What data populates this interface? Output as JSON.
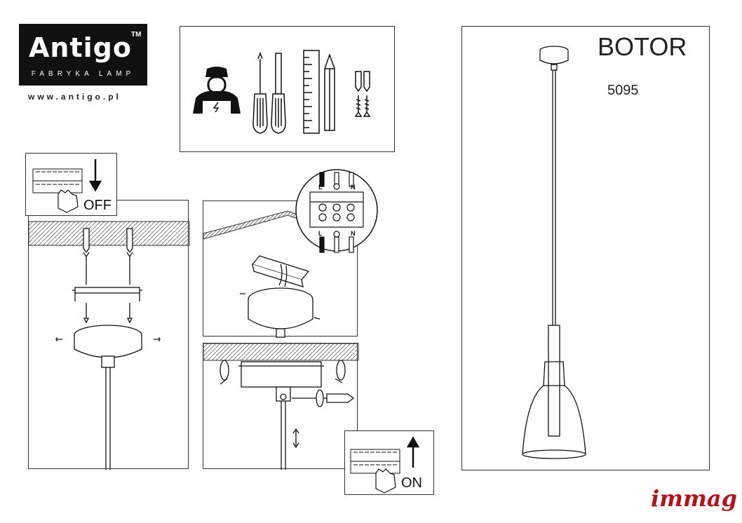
{
  "logo": {
    "brand": "Antigo",
    "trademark": "TM",
    "subtitle": "FABRYKA LAMP"
  },
  "website": "www.antigo.pl",
  "product": {
    "name": "BOTOR",
    "code": "5095"
  },
  "switches": {
    "off_label": "OFF",
    "on_label": "ON"
  },
  "terminal_labels": {
    "live": "L",
    "neutral": "N"
  },
  "maker_mark": "immag",
  "colors": {
    "maker_mark": "#b0151b",
    "logo_bg": "#111111"
  },
  "icons": [
    "installer-icon",
    "phillips-screwdriver-icon",
    "flat-screwdriver-icon",
    "ruler-icon",
    "pencil-icon",
    "wall-plug-icon",
    "screw-icon",
    "circuit-breaker-icon",
    "hand-icon",
    "arrow-down-icon",
    "arrow-up-icon"
  ]
}
